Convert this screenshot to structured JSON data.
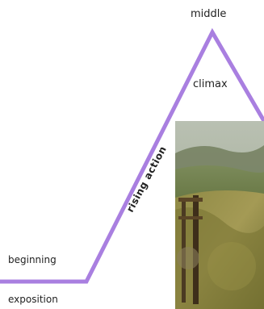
{
  "labels": {
    "middle": "middle",
    "climax": "climax",
    "rising_action": "rising action",
    "beginning": "beginning",
    "exposition": "exposition"
  },
  "colors": {
    "plot_line": "#a97fe0",
    "text": "#222222"
  },
  "photo": {
    "description_icon": "landscape-photo"
  }
}
